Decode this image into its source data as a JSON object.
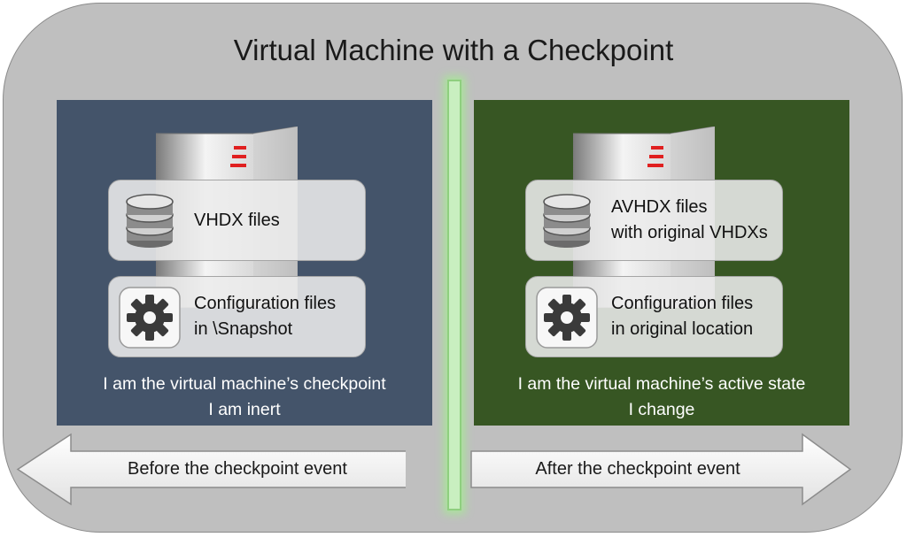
{
  "title": "Virtual Machine with a Checkpoint",
  "colors": {
    "background": "#bfbfbf",
    "left_panel": "#44546a",
    "right_panel": "#375623",
    "divider": "#c9efc0",
    "server_accent": "#e02020"
  },
  "left_panel": {
    "storage_card": {
      "icon": "database-icon",
      "lines": [
        "VHDX files"
      ]
    },
    "config_card": {
      "icon": "gear-icon",
      "lines": [
        "Configuration files",
        "in \\Snapshot"
      ]
    },
    "caption": [
      "I am the virtual machine’s checkpoint",
      "I am inert"
    ]
  },
  "right_panel": {
    "storage_card": {
      "icon": "database-icon",
      "lines": [
        "AVHDX files",
        "with original VHDXs"
      ]
    },
    "config_card": {
      "icon": "gear-icon",
      "lines": [
        "Configuration files",
        "in original location"
      ]
    },
    "caption": [
      "I am the virtual machine’s active state",
      "I change"
    ]
  },
  "arrows": {
    "left": "Before the checkpoint event",
    "right": "After the checkpoint event"
  }
}
